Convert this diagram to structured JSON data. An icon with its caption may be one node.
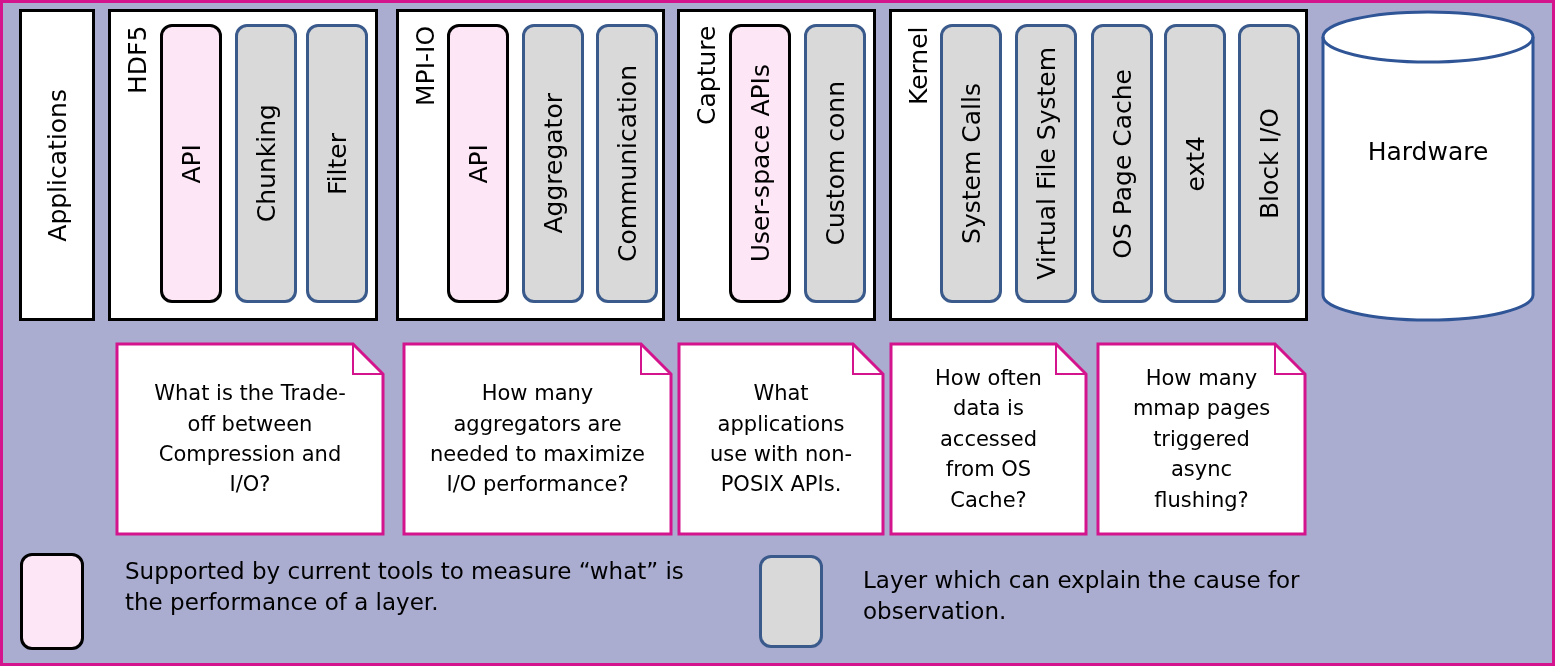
{
  "diagram": {
    "nodes": [
      {
        "text": [
          "Applications"
        ]
      },
      {
        "text": [
          "HDF5"
        ]
      },
      {
        "text": [
          "API"
        ],
        "in": 1
      },
      {
        "text": [
          "Chunking"
        ],
        "in": 1
      },
      {
        "text": [
          "Filter"
        ],
        "in": 1
      },
      {
        "text": [
          "MPI-IO"
        ]
      },
      {
        "text": [
          "API"
        ],
        "in": 5
      },
      {
        "text": [
          "Aggregator"
        ],
        "in": 5
      },
      {
        "text": [
          "Communication"
        ],
        "in": 5
      },
      {
        "text": [
          "Capture"
        ]
      },
      {
        "text": [
          "User-space APIs"
        ],
        "in": 9
      },
      {
        "text": [
          "Custom conn"
        ],
        "in": 9
      },
      {
        "text": [
          "Kernel"
        ]
      },
      {
        "text": [
          "System Calls"
        ],
        "in": 12
      },
      {
        "text": [
          "Virtual File System"
        ],
        "in": 12
      },
      {
        "text": [
          "OS Page Cache"
        ],
        "in": 12
      },
      {
        "text": [
          "ext4"
        ],
        "in": 12
      },
      {
        "text": [
          "Block I/O"
        ],
        "in": 12
      },
      {
        "text": [
          "Hardware"
        ]
      },
      {
        "text": [
          "What is the Trade-off between Compression and I/O?"
        ]
      },
      {
        "text": [
          "How many aggregators are needed to maximize I/O performance?"
        ]
      },
      {
        "text": [
          "What applications use with non-POSIX APIs."
        ]
      },
      {
        "text": [
          "How often data is accessed from OS Cache?"
        ]
      },
      {
        "text": [
          "How many mmap pages triggered async flushing?"
        ]
      }
    ],
    "edges": [],
    "legend": [
      {
        "text": "Supported by current tools to measure “what” is the performance of a layer.",
        "color": "#fde6f6"
      },
      {
        "text": "Layer which can explain the cause for observation.",
        "color": "#d9d9d9"
      }
    ]
  }
}
